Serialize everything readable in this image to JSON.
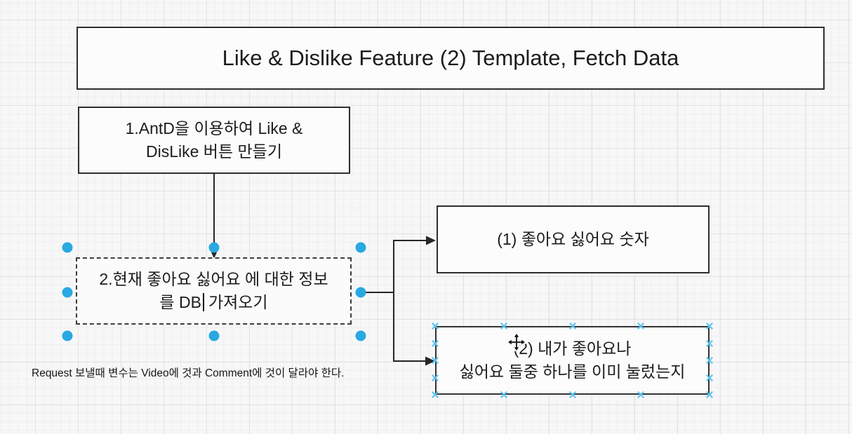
{
  "diagram": {
    "title_box": {
      "text": "Like & Dislike Feature (2) Template, Fetch Data"
    },
    "node1": {
      "line1": "1.AntD을 이용하여 Like &",
      "line2": "DisLike 버튼 만들기"
    },
    "node2": {
      "line1": "2.현재 좋아요 싫어요 에 대한 정보",
      "line2_before_caret": "를 DB",
      "line2_after_caret": "가져오기",
      "state": "editing (dashed selection border, 8 blue resize handles, text caret visible)"
    },
    "node3": {
      "text": "(1) 좋아요 싫어요 숫자"
    },
    "node4": {
      "line1": "(2) 내가 좋아요나",
      "line2": "싫어요 둘중 하나를 이미 눌렀는지",
      "state": "hovered (light-blue x connection points on border, move cursor shown)"
    },
    "note": {
      "text": "Request 보낼때 변수는 Video에 것과 Comment에 것이 달라야 한다."
    },
    "icons": {
      "move_cursor": "move-cursor-icon",
      "text_caret": "text-caret",
      "selection_handle": "selection-handle-dot",
      "connection_point": "connection-point-x"
    },
    "colors": {
      "handle_blue": "#29a9e2",
      "connection_point_blue": "#58c4f0",
      "stroke_dark": "#262626",
      "grid_bg": "#f7f7f8"
    }
  }
}
